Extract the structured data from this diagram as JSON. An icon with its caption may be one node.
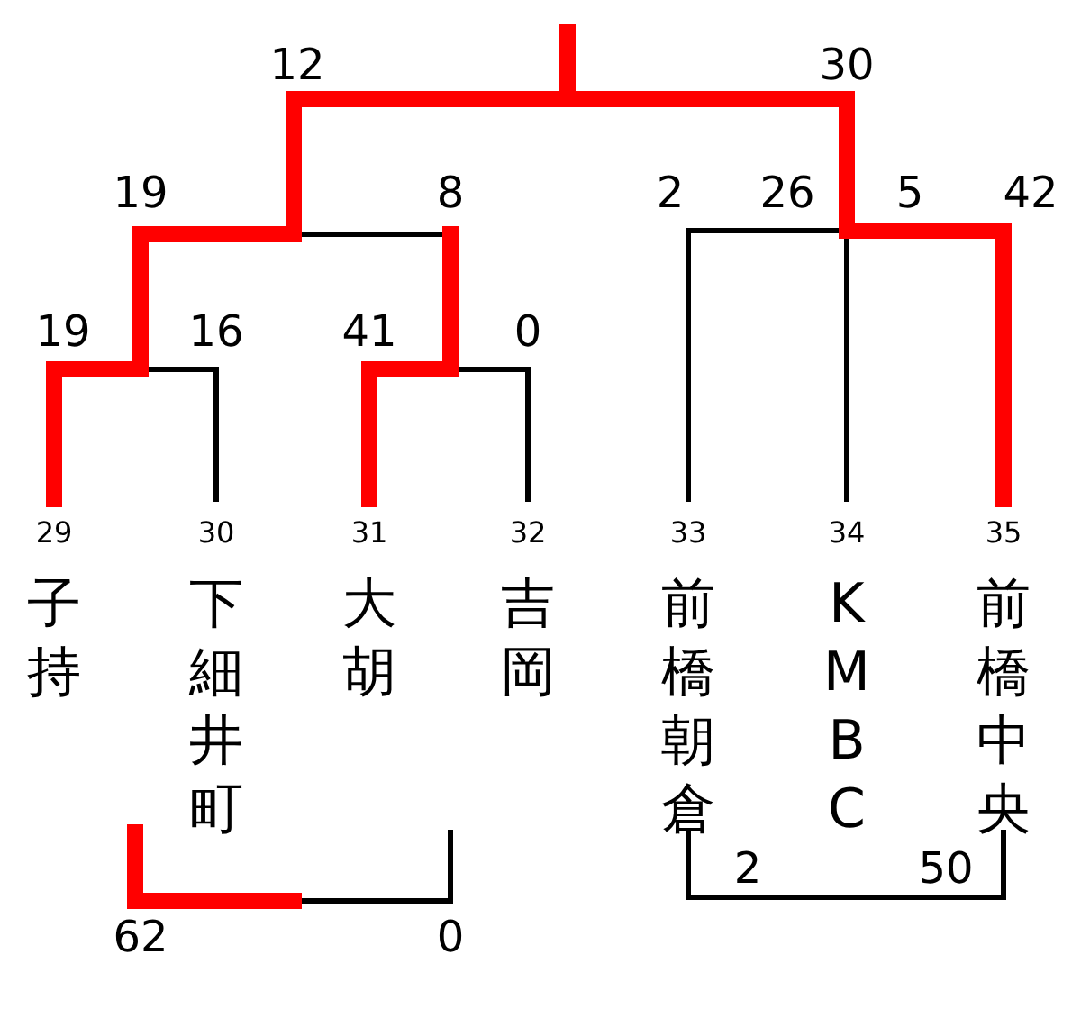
{
  "diagram": {
    "nodes": [
      {
        "text": [
          "子持"
        ],
        "beside": [
          "29"
        ]
      },
      {
        "text": [
          "下細井町"
        ],
        "beside": [
          "30"
        ]
      },
      {
        "text": [
          "大胡"
        ],
        "beside": [
          "31"
        ]
      },
      {
        "text": [
          "吉岡"
        ],
        "beside": [
          "32"
        ]
      },
      {
        "text": [
          "前橋朝倉"
        ],
        "beside": [
          "33"
        ]
      },
      {
        "text": [
          "KMBC"
        ],
        "beside": [
          "34"
        ]
      },
      {
        "text": [
          "前橋中央"
        ],
        "beside": [
          "35"
        ]
      }
    ],
    "labels": [
      "12",
      "30",
      "19",
      "8",
      "2",
      "26",
      "5",
      "42",
      "19",
      "16",
      "41",
      "0",
      "2",
      "50",
      "62",
      "0"
    ]
  }
}
